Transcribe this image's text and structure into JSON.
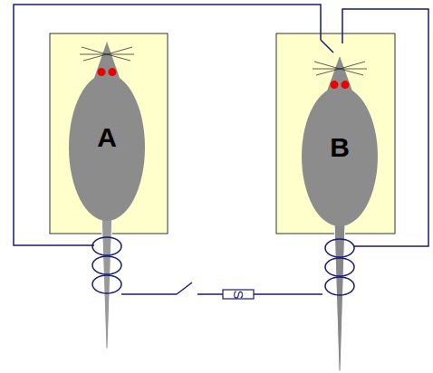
{
  "diagram": {
    "nodes": [
      {
        "text": [
          "A"
        ]
      },
      {
        "text": [
          "B"
        ]
      }
    ],
    "labels": [
      "S"
    ]
  }
}
